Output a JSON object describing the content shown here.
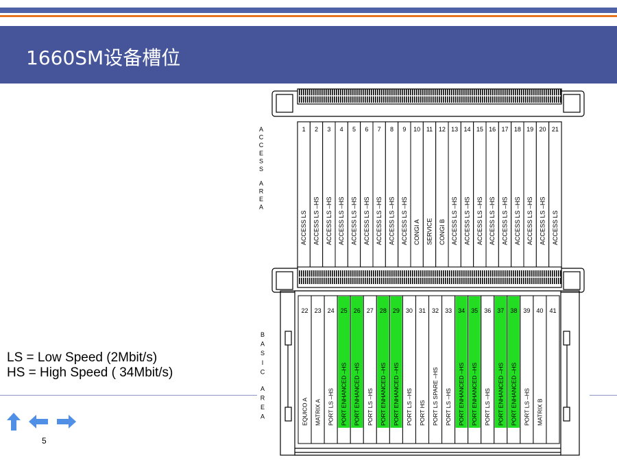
{
  "title": "1660SM设备槽位",
  "legend": {
    "ls": "LS = Low Speed (2Mbit/s)",
    "hs": "HS = High Speed (  34Mbit/s)"
  },
  "page_number": "5",
  "colors": {
    "accent": "#46549a",
    "orange": "#e8731f",
    "nav_arrow": "#4f8fe6",
    "highlight": "#22dd22"
  },
  "nav": {
    "up_icon": "arrow-up-icon",
    "left_icon": "arrow-left-icon",
    "right_icon": "arrow-right-icon"
  },
  "access_area_label": "ACCESS AREA",
  "basic_area_label": "BASIC AREA",
  "access_slots": [
    {
      "n": "1",
      "label": "ACCESS LS"
    },
    {
      "n": "2",
      "label": "ACCESS LS –HS"
    },
    {
      "n": "3",
      "label": "ACCESS LS –HS"
    },
    {
      "n": "4",
      "label": "ACCESS LS –HS"
    },
    {
      "n": "5",
      "label": "ACCESS LS –HS"
    },
    {
      "n": "6",
      "label": "ACCESS LS –HS"
    },
    {
      "n": "7",
      "label": "ACCESS LS –HS"
    },
    {
      "n": "8",
      "label": "ACCESS LS –HS"
    },
    {
      "n": "9",
      "label": "ACCESS LS –HS"
    },
    {
      "n": "10",
      "label": "CONGI A"
    },
    {
      "n": "11",
      "label": "SERVICE"
    },
    {
      "n": "12",
      "label": "CONGI B"
    },
    {
      "n": "13",
      "label": "ACCESS LS –HS"
    },
    {
      "n": "14",
      "label": "ACCESS LS –HS"
    },
    {
      "n": "15",
      "label": "ACCESS LS –HS"
    },
    {
      "n": "16",
      "label": "ACCESS LS –HS"
    },
    {
      "n": "17",
      "label": "ACCESS LS –HS"
    },
    {
      "n": "18",
      "label": "ACCESS LS –HS"
    },
    {
      "n": "19",
      "label": "ACCESS LS –HS"
    },
    {
      "n": "20",
      "label": "ACCESS LS –HS"
    },
    {
      "n": "21",
      "label": "ACCESS LS"
    }
  ],
  "basic_slots": [
    {
      "n": "22",
      "label": "EQUICO A",
      "highlight": false
    },
    {
      "n": "23",
      "label": "MATRIX A",
      "highlight": false
    },
    {
      "n": "24",
      "label": "PORT LS –HS",
      "highlight": false
    },
    {
      "n": "25",
      "label": "PORT ENHANCED –HS",
      "highlight": true
    },
    {
      "n": "26",
      "label": "PORT ENHANCED –HS",
      "highlight": true
    },
    {
      "n": "27",
      "label": "PORT LS –HS",
      "highlight": false
    },
    {
      "n": "28",
      "label": "PORT ENHANCED –HS",
      "highlight": true
    },
    {
      "n": "29",
      "label": "PORT ENHANCED –HS",
      "highlight": true
    },
    {
      "n": "30",
      "label": "PORT LS –HS",
      "highlight": false
    },
    {
      "n": "31",
      "label": "PORT HS",
      "highlight": false
    },
    {
      "n": "32",
      "label": "PORT LS SPARE –HS",
      "highlight": false
    },
    {
      "n": "33",
      "label": "PORT LS –HS",
      "highlight": false
    },
    {
      "n": "34",
      "label": "PORT ENHANCED –HS",
      "highlight": true
    },
    {
      "n": "35",
      "label": "PORT ENHANCED –HS",
      "highlight": true
    },
    {
      "n": "36",
      "label": "PORT LS –HS",
      "highlight": false
    },
    {
      "n": "37",
      "label": "PORT ENHANCED –HS",
      "highlight": true
    },
    {
      "n": "38",
      "label": "PORT ENHANCED –HS",
      "highlight": true
    },
    {
      "n": "39",
      "label": "PORT LS –HS",
      "highlight": false
    },
    {
      "n": "40",
      "label": "MATRIX B",
      "highlight": false
    },
    {
      "n": "41",
      "label": "",
      "highlight": false
    }
  ]
}
